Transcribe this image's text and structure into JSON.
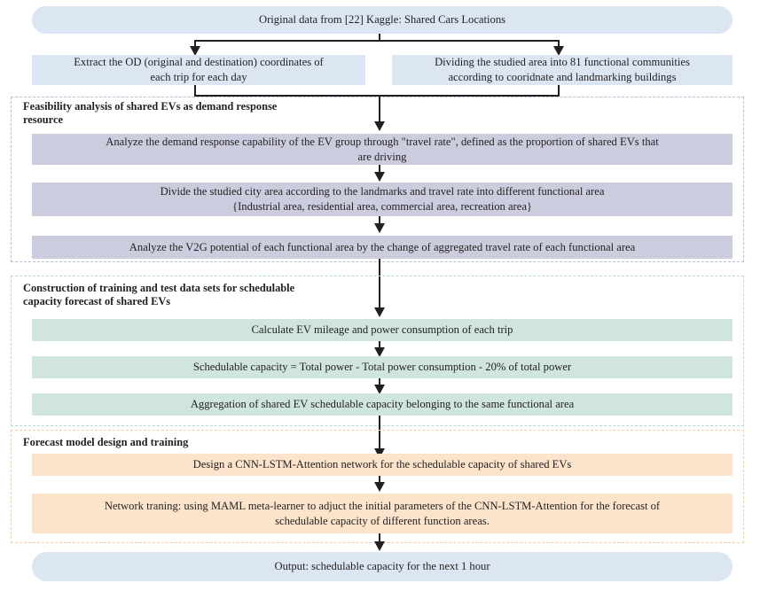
{
  "figure": {
    "type": "flowchart",
    "orientation": "top-to-bottom",
    "colors": {
      "blue_box": "#dce6f2",
      "purple_box": "#ccccdf",
      "mint_box": "#cfe5de",
      "peach_box": "#fbe4cb",
      "purple_frame": "#b8bcd9",
      "mint_frame": "#b9d8d0",
      "peach_frame": "#f3cfa4",
      "connector": "#231f20"
    }
  },
  "top": {
    "source_box": "Original data from [22] Kaggle: Shared Cars Locations",
    "left_box": "Extract the OD (original and destination) coordinates of\neach trip for each day",
    "right_box": "Dividing the studied area into 81 functional communities\naccording to cooridnate and landmarking buildings"
  },
  "sections": [
    {
      "id": "feasibility",
      "title": "Feasibility analysis of shared EVs as demand response\nresource",
      "accent": "#b8bcd9",
      "box_color": "#ccccdf",
      "steps": [
        "Analyze the demand response capability of the EV group through \"travel rate\", defined as the proportion of  shared EVs that\nare driving",
        "Divide the studied city area according to the landmarks and travel rate into different functional area\n{Industrial  area, residential area, commercial area, recreation area}",
        "Analyze the V2G potential of each functional area by the change of aggregated travel rate of each functional area"
      ]
    },
    {
      "id": "dataset-construction",
      "title": "Construction of training and test data sets for schedulable\ncapacity forecast of shared EVs",
      "accent": "#b9d8d0",
      "box_color": "#cfe5de",
      "steps": [
        "Calculate EV mileage and power consumption of each trip",
        "Schedulable capacity = Total power - Total power consumption - 20% of total power",
        "Aggregation of shared EV schedulable capacity belonging to the same functional area"
      ]
    },
    {
      "id": "forecast-model",
      "title": "Forecast model design and training",
      "accent": "#f3cfa4",
      "box_color": "#fbe4cb",
      "steps": [
        "Design a CNN-LSTM-Attention network for the schedulable capacity of shared EVs",
        "Network traning: using MAML meta-learner to adjuct the initial parameters of the CNN-LSTM-Attention for the forecast of\nschedulable capacity of different function areas."
      ]
    }
  ],
  "bottom": {
    "output_box": "Output: schedulable capacity for the next 1 hour"
  }
}
